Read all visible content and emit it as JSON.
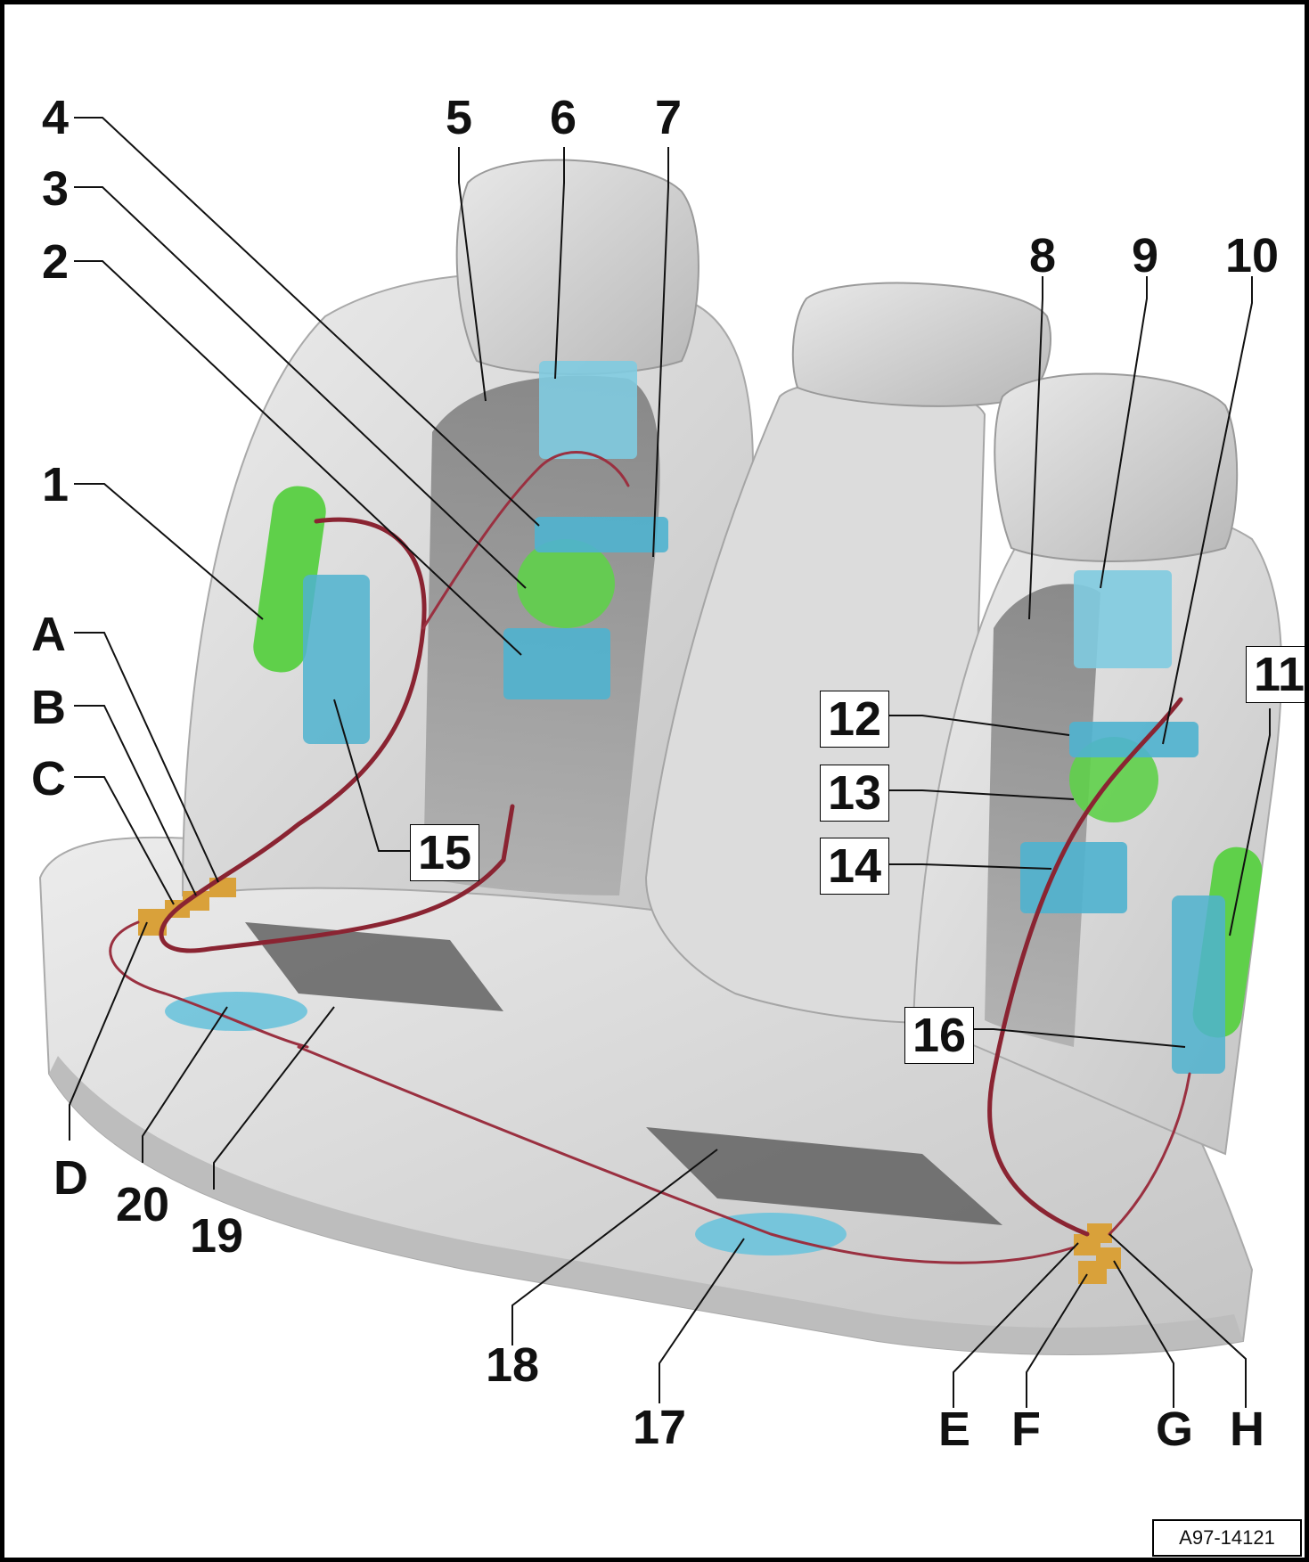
{
  "figure": {
    "reference_code": "A97-14121",
    "colors": {
      "seat_shell": "#d6d6d6",
      "seat_dark": "#8e8e8e",
      "harness": "#8a2432",
      "control_unit": "#4fb3cf",
      "airbag_green": "#5fd04a",
      "connector_orange": "#d9a13a",
      "frame_border": "#000000"
    }
  },
  "callouts": [
    {
      "id": "c1",
      "text": "1"
    },
    {
      "id": "c2",
      "text": "2"
    },
    {
      "id": "c3",
      "text": "3"
    },
    {
      "id": "c4",
      "text": "4"
    },
    {
      "id": "c5",
      "text": "5"
    },
    {
      "id": "c6",
      "text": "6"
    },
    {
      "id": "c7",
      "text": "7"
    },
    {
      "id": "c8",
      "text": "8"
    },
    {
      "id": "c9",
      "text": "9"
    },
    {
      "id": "c10",
      "text": "10"
    },
    {
      "id": "c11",
      "text": "11"
    },
    {
      "id": "c12",
      "text": "12"
    },
    {
      "id": "c13",
      "text": "13"
    },
    {
      "id": "c14",
      "text": "14"
    },
    {
      "id": "c15",
      "text": "15"
    },
    {
      "id": "c16",
      "text": "16"
    },
    {
      "id": "c17",
      "text": "17"
    },
    {
      "id": "c18",
      "text": "18"
    },
    {
      "id": "c19",
      "text": "19"
    },
    {
      "id": "c20",
      "text": "20"
    },
    {
      "id": "cA",
      "text": "A"
    },
    {
      "id": "cB",
      "text": "B"
    },
    {
      "id": "cC",
      "text": "C"
    },
    {
      "id": "cD",
      "text": "D"
    },
    {
      "id": "cE",
      "text": "E"
    },
    {
      "id": "cF",
      "text": "F"
    },
    {
      "id": "cG",
      "text": "G"
    },
    {
      "id": "cH",
      "text": "H"
    }
  ]
}
